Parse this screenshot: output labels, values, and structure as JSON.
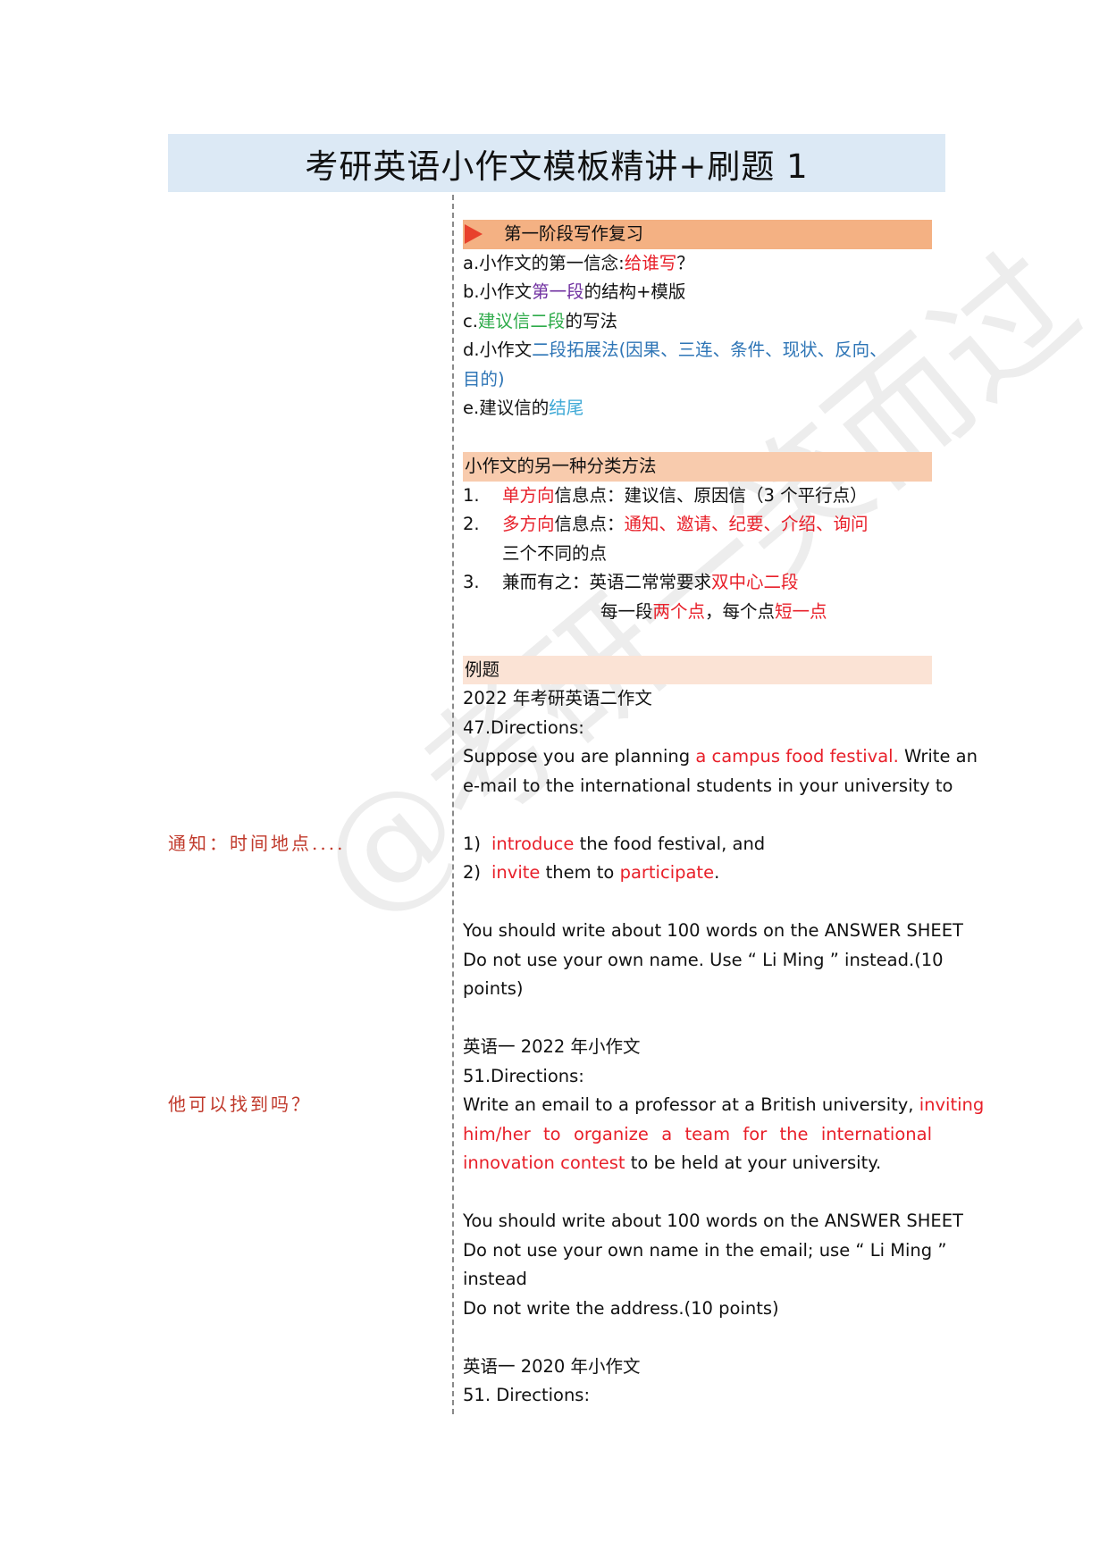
{
  "title": "考研英语小作文模板精讲+刷题 1",
  "watermark": "@考研一笑而过",
  "side_notes": {
    "note1": "通知：时间地点....",
    "note2": "他可以找到吗？"
  },
  "section1": {
    "header": "第一阶段写作复习",
    "a_prefix": "a.小作文的第一信念:",
    "a_hl": "给谁写",
    "a_suffix": "？",
    "b_prefix": "b.小作文",
    "b_hl": "第一段",
    "b_suffix": "的结构+模版",
    "c_prefix": "c.",
    "c_hl": "建议信二段",
    "c_suffix": "的写法",
    "d_prefix": "d.小作文",
    "d_hl1": "二段拓展法(因果、三连、条件、现状、反向、",
    "d_hl2": "目的)",
    "e_prefix": "e.建议信的",
    "e_hl": "结尾"
  },
  "section2": {
    "header": "小作文的另一种分类方法",
    "item1_num": "1.",
    "item1_hl": "单方向",
    "item1_text": "信息点：建议信、原因信（3 个平行点）",
    "item2_num": "2.",
    "item2_hl": "多方向",
    "item2_text": "信息点：",
    "item2_hl2": "通知、邀请、纪要、介绍、询问",
    "item2_cont": "三个不同的点",
    "item3_num": "3.",
    "item3_text": "兼而有之：英语二常常要求",
    "item3_hl": "双中心二段",
    "item3_l2a": "每一段",
    "item3_l2hl": "两个点",
    "item3_l2b": "，每个点",
    "item3_l2hl2": "短一点"
  },
  "section3": {
    "header": "例题",
    "ex1": {
      "heading": "2022 年考研英语二作文",
      "directions": "47.Directions:",
      "p1_a": "Suppose you are planning ",
      "p1_hl": "a campus food festival.",
      "p1_b": " Write an",
      "p1_line2": "e-mail to the international students in your university to",
      "i1_num": "1)",
      "i1_hl": "introduce",
      "i1_text": " the food festival, and",
      "i2_num": "2)",
      "i2_hl": "invite",
      "i2_text": " them to ",
      "i2_hl2": "participate",
      "i2_end": ".",
      "r1": "You should write about 100 words on the ANSWER SHEET",
      "r2": "Do not use your own name. Use  “ Li Ming ”  instead.(10",
      "r3": "points)"
    },
    "ex2": {
      "heading": "英语一 2022 年小作文",
      "directions": "51.Directions:",
      "p1_a": "Write an email to a professor at a British university, ",
      "p1_hl": "inviting",
      "p1_line2": "him/her to organize a team for the international",
      "p1_line3_hl": "innovation contest",
      "p1_line3_b": " to be held at your university.",
      "r1": "You should write about 100 words on the ANSWER SHEET",
      "r2": "Do not use your own name in the email; use  “ Li Ming ”",
      "r3": "instead",
      "r4": "Do not write the address.(10 points)"
    },
    "ex3": {
      "heading": "英语一 2020 年小作文",
      "directions": "51. Directions:"
    }
  }
}
